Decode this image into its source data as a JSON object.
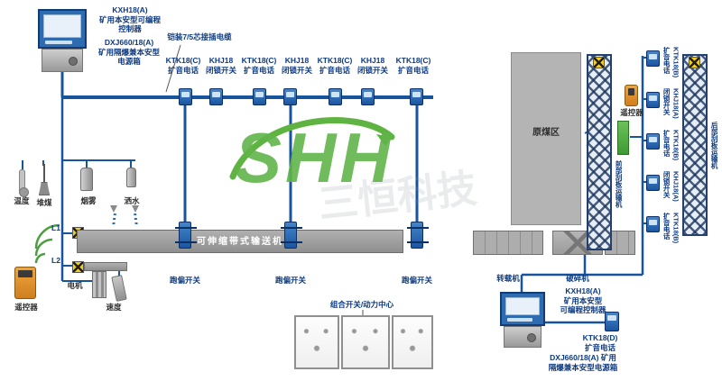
{
  "watermark": {
    "logo": "SHH",
    "brand": "三恒科技"
  },
  "top_left": {
    "controller": {
      "model": "KXH18(A)",
      "line2": "矿用本安型可编程",
      "line3": "控制器"
    },
    "power": {
      "model": "DXJ660/18(A)",
      "line2": "矿用隔爆兼本安型",
      "line3": "电源箱"
    },
    "cable": "铠装7/5芯接插电缆"
  },
  "bus_devices": [
    {
      "model": "KTK18(C)",
      "name": "扩音电话"
    },
    {
      "model": "KHJ18",
      "name": "闭锁开关"
    },
    {
      "model": "KTK18(C)",
      "name": "扩音电话"
    },
    {
      "model": "KHJ18",
      "name": "闭锁开关"
    },
    {
      "model": "KTK18(C)",
      "name": "扩音电话"
    },
    {
      "model": "KHJ18",
      "name": "闭锁开关"
    },
    {
      "model": "KTK18(C)",
      "name": "扩音电话"
    }
  ],
  "sensors": {
    "temperature": "温度",
    "coal_pile": "堆煤",
    "smoke": "烟雾",
    "spray": "洒水"
  },
  "left": {
    "l1": "L1",
    "l2": "L2",
    "motor": "电机",
    "speed": "速度",
    "remote": "遥控器"
  },
  "belt": {
    "name": "可伸缩带式输送机",
    "sway": "跑偏开关"
  },
  "machines": {
    "transfer": "转载机",
    "crusher": "破碎机",
    "coal_area": "原煤区"
  },
  "right": {
    "front_conveyor": "前部刮板运输机",
    "rear_conveyor": "后部刮板运输机",
    "remote": "遥控器",
    "devices": [
      {
        "model": "KTK18(B)",
        "name": "扩音电话"
      },
      {
        "model": "KHJ18(A)",
        "name": "闭锁开关"
      },
      {
        "model": "KTK18(B)",
        "name": "扩音电话"
      },
      {
        "model": "KHJ18(A)",
        "name": "闭锁开关"
      },
      {
        "model": "KTK18(B)",
        "name": "扩音电话"
      }
    ]
  },
  "bottom": {
    "combo": "组合开关/动力中心",
    "controller": {
      "model": "KXH18(A)",
      "line2": "矿用本安型",
      "line3": "可编程控制器"
    },
    "phone": {
      "model": "KTK18(D)",
      "name": "扩音电话"
    },
    "power": {
      "line1": "DXJ660/18(A) 矿用",
      "line2": "隔爆兼本安型电源箱"
    }
  }
}
